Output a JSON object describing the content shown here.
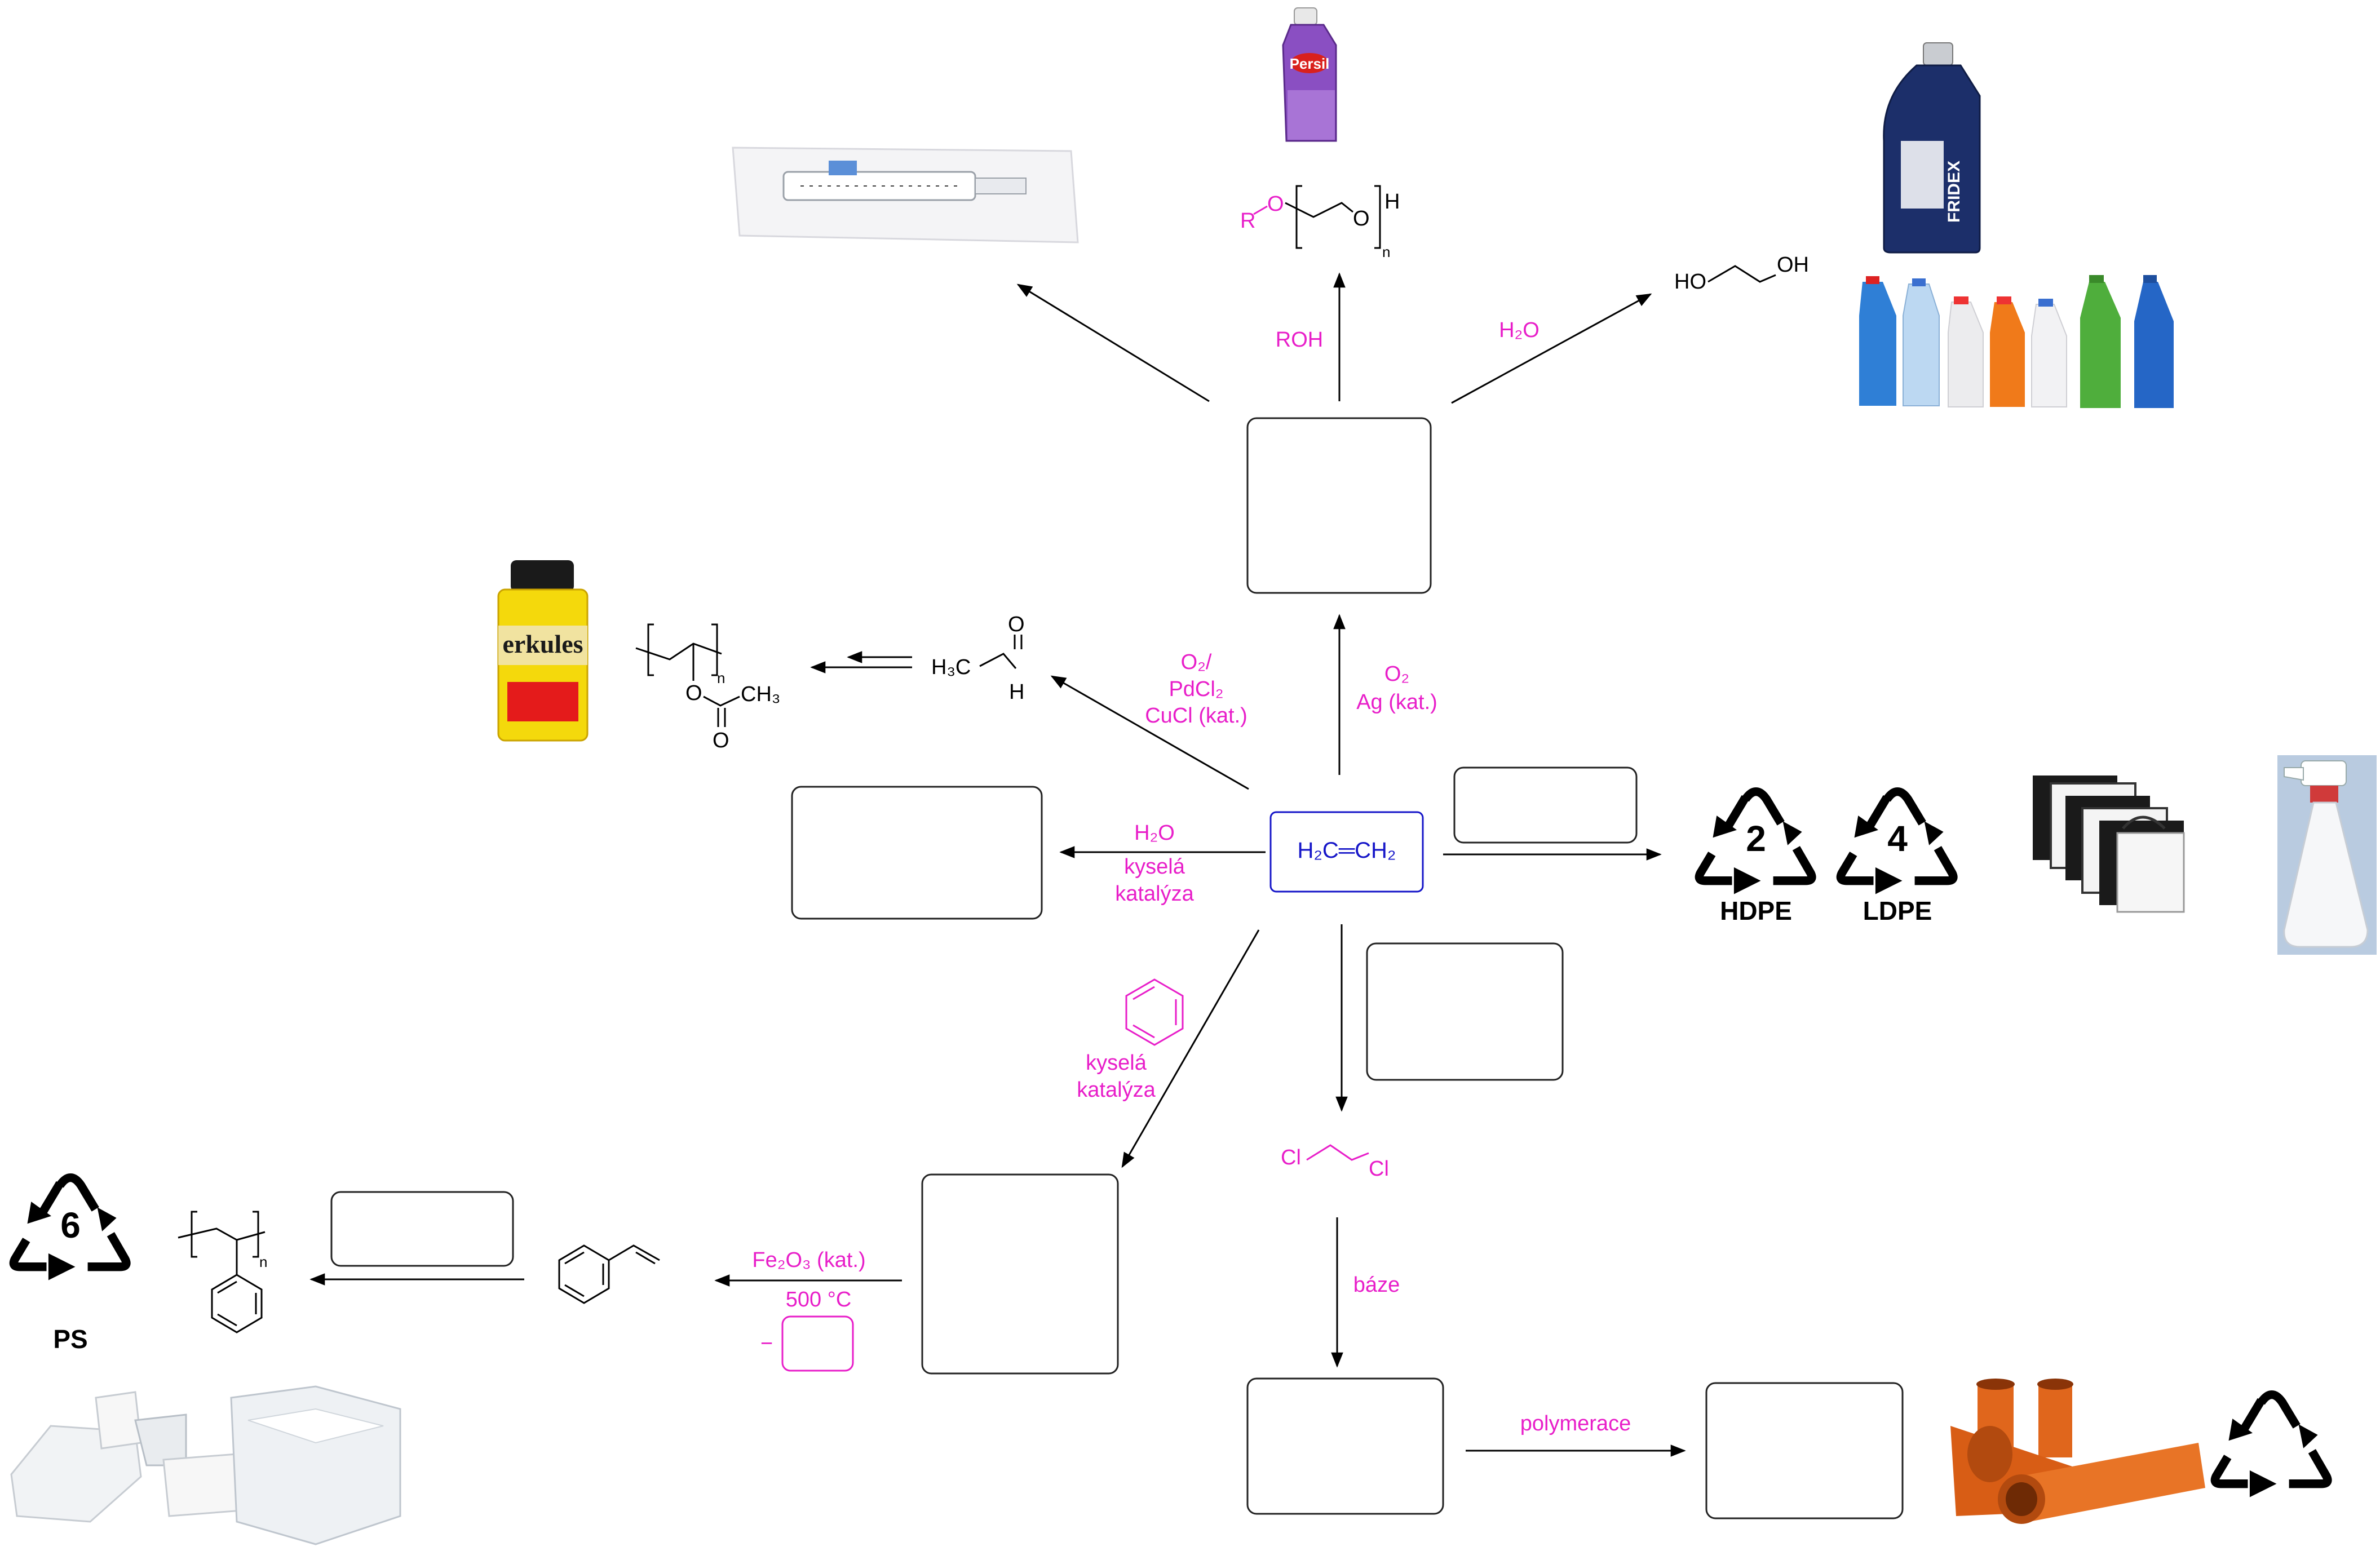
{
  "center": {
    "formula": "H₂C═CH₂"
  },
  "labels": {
    "roh": "ROH",
    "h2o_top": "H₂O",
    "o2": "O₂",
    "ag": "Ag (kat.)",
    "o2_slash": "O₂/",
    "pdcl2": "PdCl₂",
    "cucl": "CuCl (kat.)",
    "h2o_left": "H₂O",
    "kysela_left": "kyselá",
    "katalyza_left": "katalýza",
    "kysela_benz": "kyselá",
    "katalyza_benz": "katalýza",
    "fe2o3": "Fe₂O₃ (kat.)",
    "temp": "500 °C",
    "minus": "−",
    "baze": "báze",
    "polymerace": "polymerace",
    "cl_left": "Cl",
    "cl_right": "Cl",
    "ho": "HO",
    "oh": "OH",
    "h3c": "H₃C",
    "ald_o": "O",
    "ald_h": "H",
    "peg_r": "R",
    "peg_o1": "O",
    "peg_o2": "O",
    "peg_h": "H",
    "peg_n": "n",
    "pva_n": "n",
    "pva_o": "O",
    "pva_ch3": "CH₃",
    "pva_o2": "O",
    "ps_n": "n"
  },
  "recycling": {
    "hdpe_num": "2",
    "hdpe_label": "HDPE",
    "ldpe_num": "4",
    "ldpe_label": "LDPE",
    "ps_num": "6",
    "ps_label": "PS"
  },
  "products": {
    "persil": "Persil",
    "erkules": "erkules",
    "fridex": "FRIDEX"
  },
  "colors": {
    "reagent": "#e81ec9",
    "ethylene": "#1515c8",
    "pipe": "#e0661c"
  }
}
